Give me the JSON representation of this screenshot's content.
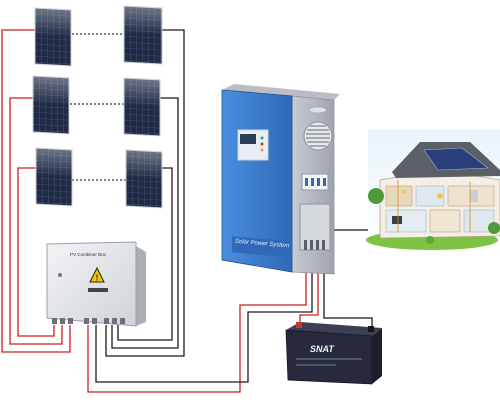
{
  "diagram": {
    "panels": [
      {
        "id": "panel-1"
      },
      {
        "id": "panel-2"
      },
      {
        "id": "panel-3"
      },
      {
        "id": "panel-4"
      },
      {
        "id": "panel-5"
      },
      {
        "id": "panel-6"
      }
    ],
    "combiner_box": {
      "label": "PV Combiner Box"
    },
    "inverter": {
      "label": "Solar Power System"
    },
    "battery": {
      "brand": "SNAT"
    },
    "colors": {
      "positive_wire": "#cc1f1f",
      "negative_wire": "#1a1a1a",
      "inverter_blue": "#3f7fd0",
      "battery_body": "#262a3c",
      "panel_cell": "#1f2a44"
    }
  }
}
